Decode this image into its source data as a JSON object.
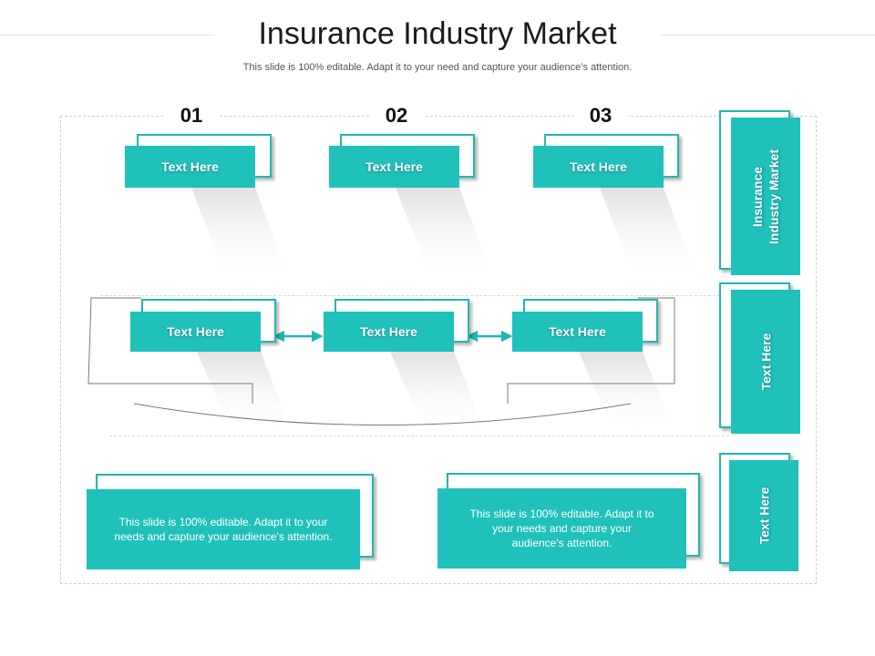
{
  "title": "Insurance Industry Market",
  "subtitle": "This slide is 100% editable. Adapt it to your need and capture your audience’s attention.",
  "steps": [
    {
      "number": "01",
      "label": "Text Here"
    },
    {
      "number": "02",
      "label": "Text Here"
    },
    {
      "number": "03",
      "label": "Text Here"
    }
  ],
  "flow": [
    "Text Here",
    "Text Here",
    "Text Here"
  ],
  "descriptions": [
    "This slide is 100% editable. Adapt it to your needs and capture your audience's attention.",
    "This slide is 100% editable. Adapt it to your needs and capture your audience's attention."
  ],
  "side_labels": [
    {
      "line1": "Insurance",
      "line2": "Industry Market"
    },
    {
      "line1": "Text Here"
    },
    {
      "line1": "Text Here"
    }
  ],
  "colors": {
    "accent": "#1fc1ba",
    "accent_dark": "#1fb8b1",
    "connector": "#7a7a7a"
  }
}
